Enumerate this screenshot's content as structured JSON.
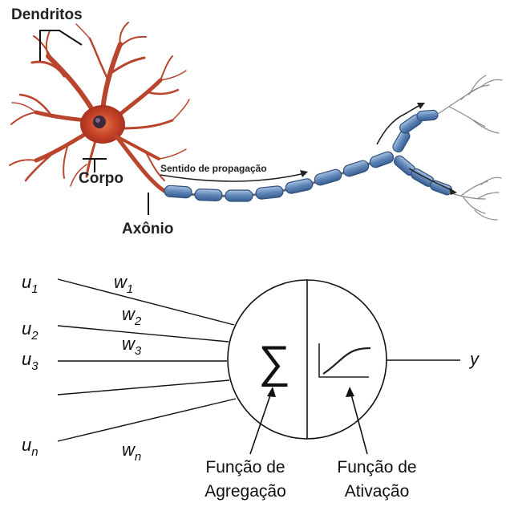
{
  "neuron": {
    "dendrites_label": "Dendritos",
    "body_label": "Corpo",
    "axon_label": "Axônio",
    "direction_label": "Sentido de propagação"
  },
  "perceptron": {
    "inputs": [
      "u",
      "u",
      "u",
      "u"
    ],
    "input_subs": [
      "1",
      "2",
      "3",
      "n"
    ],
    "weights": [
      "w",
      "w",
      "w",
      "w"
    ],
    "weight_subs": [
      "1",
      "2",
      "3",
      "n"
    ],
    "sum_symbol": "∑",
    "output": "y",
    "aggregation_line1": "Função de",
    "aggregation_line2": "Agregação",
    "activation_line1": "Função de",
    "activation_line2": "Ativação"
  },
  "colors": {
    "neuron_body": "#c8442a",
    "neuron_dendrite": "#b8452c",
    "myelin": "#5f86b8",
    "myelin_edge": "#2e4f7d",
    "axon_terminal": "#8a8a8a"
  }
}
